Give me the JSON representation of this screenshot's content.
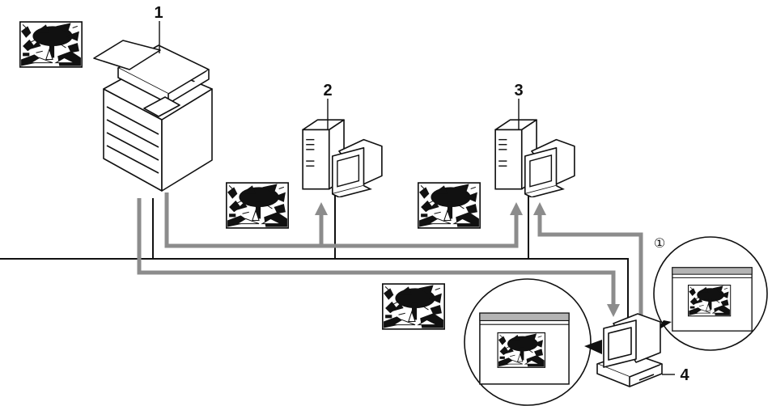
{
  "diagram": {
    "labels": {
      "mfp": "1",
      "server_a": "2",
      "server_b": "3",
      "client_pc": "4",
      "step_marker": "①"
    },
    "colors": {
      "line": "#111111",
      "arrow": "#8c8c8c",
      "device_fill": "#ffffff",
      "window_bar": "#b4b4b4"
    },
    "icons": [
      "photo-thumbnail-icon",
      "copier-icon",
      "server-icon",
      "monitor-icon",
      "desktop-pc-icon"
    ]
  }
}
